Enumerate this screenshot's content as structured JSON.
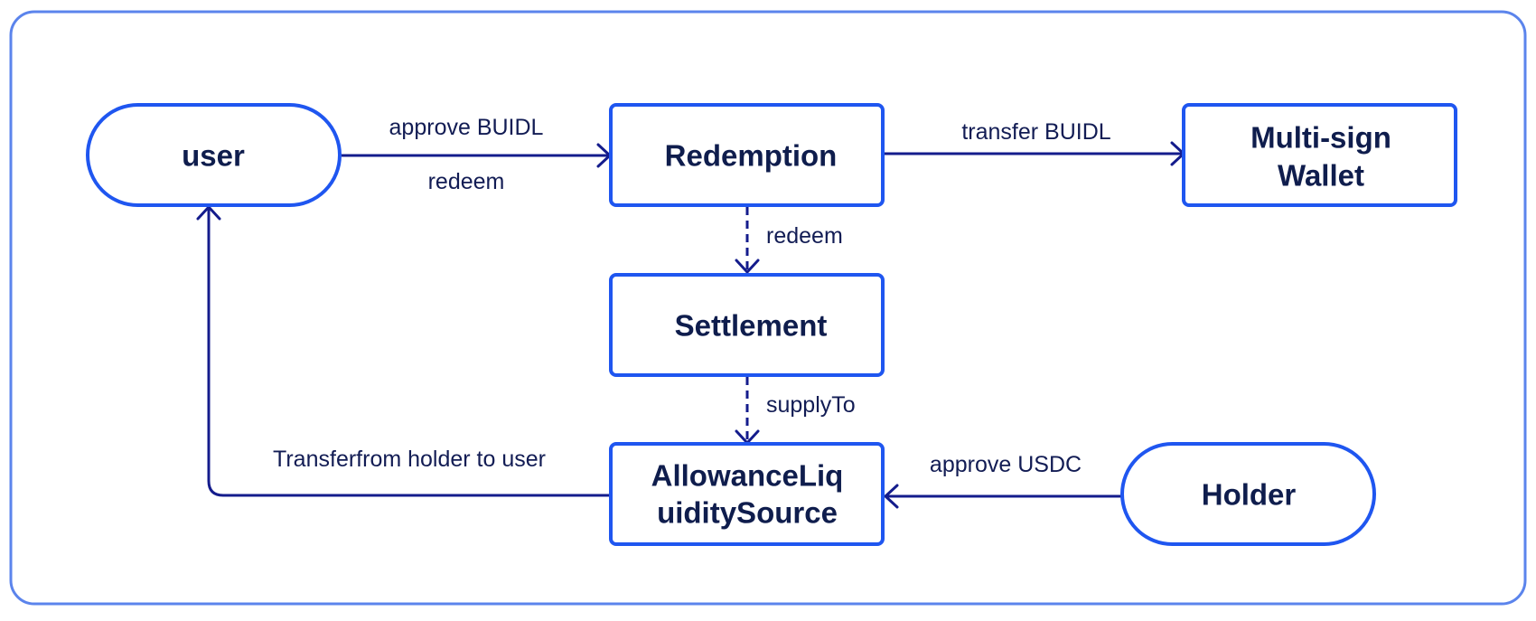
{
  "nodes": {
    "user": "user",
    "redemption": "Redemption",
    "multisig_line1": "Multi-sign",
    "multisig_line2": "Wallet",
    "settlement": "Settlement",
    "allowance_line1": "AllowanceLiq",
    "allowance_line2": "uiditySource",
    "holder": "Holder"
  },
  "edges": {
    "approve_buidl": "approve BUIDL",
    "redeem_user": "redeem",
    "transfer_buidl": "transfer BUIDL",
    "redeem_down": "redeem",
    "supply_to": "supplyTo",
    "transferfrom": "Transferfrom holder to user",
    "approve_usdc": "approve USDC"
  },
  "colors": {
    "node_border": "#1f56f0",
    "edge_stroke": "#141c8c",
    "text": "#0f1d4d",
    "frame_border": "#5b84ec"
  }
}
